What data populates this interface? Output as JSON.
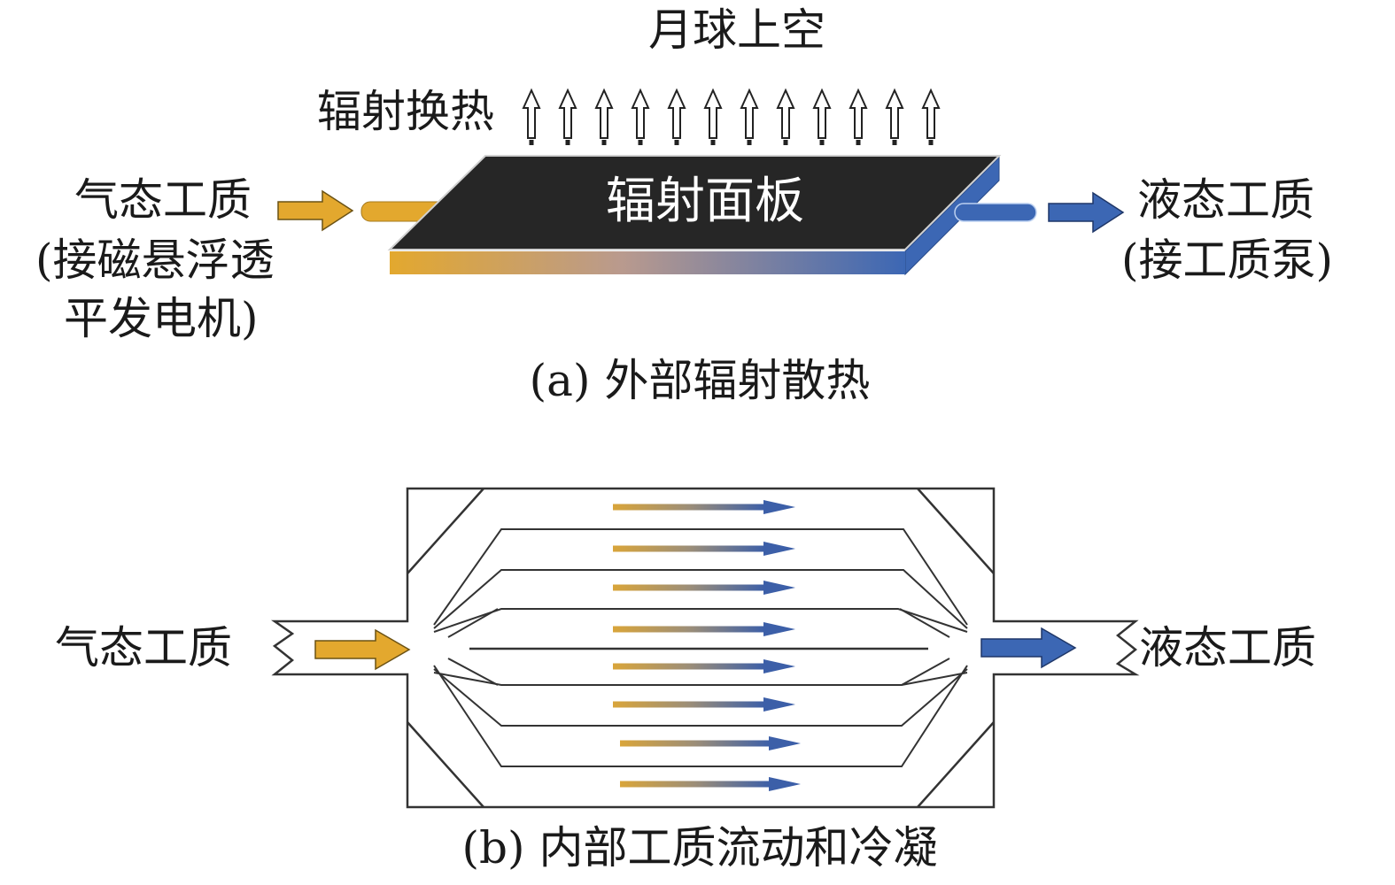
{
  "colors": {
    "gas": "#E3A82E",
    "liquid": "#3C67B4",
    "panel_top": "#262626",
    "panel_side": "#3C67B4",
    "line": "#333333"
  },
  "panel_a": {
    "top_label": "月球上空",
    "radiation_label": "辐射换热",
    "panel_label": "辐射面板",
    "inlet_label": "气态工质",
    "inlet_note_line1": "(接磁悬浮透",
    "inlet_note_line2": "平发电机)",
    "outlet_label": "液态工质",
    "outlet_note": "(接工质泵)",
    "caption": "(a) 外部辐射散热",
    "arrow_count": 12
  },
  "panel_b": {
    "inlet_label": "气态工质",
    "outlet_label": "液态工质",
    "caption": "(b) 内部工质流动和冷凝",
    "channel_arrow_count": 8
  }
}
